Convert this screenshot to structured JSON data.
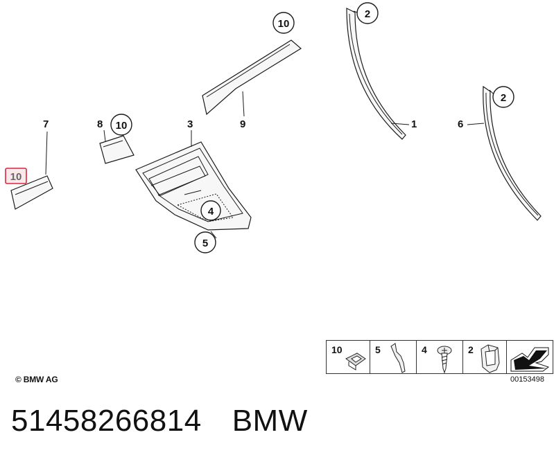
{
  "callouts": {
    "c1": "1",
    "c2a": "2",
    "c2b": "2",
    "c3": "3",
    "c4": "4",
    "c5": "5",
    "c6": "6",
    "c7": "7",
    "c8": "8",
    "c9": "9",
    "c10_top": "10",
    "c10_left": "10",
    "c10_mid": "10"
  },
  "legend": {
    "cells": [
      "10",
      "5",
      "4",
      "2"
    ]
  },
  "footer": {
    "copyright": "© BMW AG",
    "diagram_code": "00153498",
    "part_number": "51458266814",
    "brand": "BMW"
  },
  "colors": {
    "highlight": "#d9263a",
    "line": "#1a1a1a"
  }
}
